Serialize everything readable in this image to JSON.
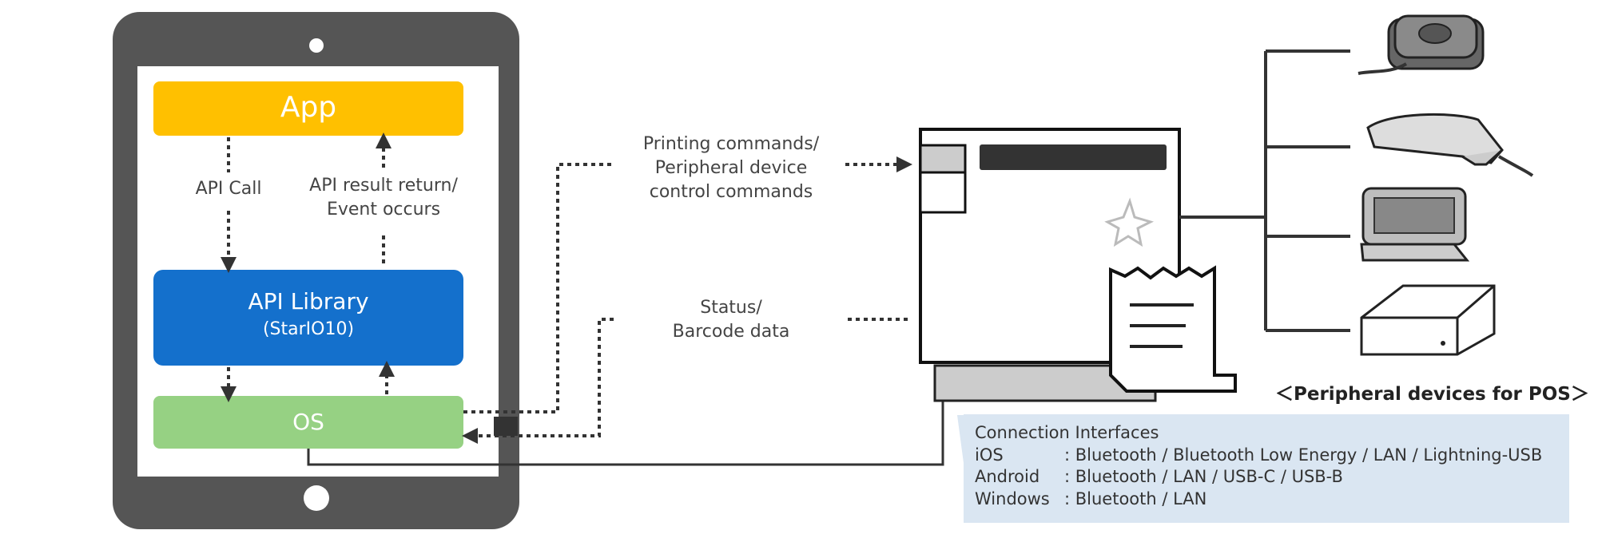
{
  "tablet": {
    "app_label": "App",
    "api_library_label": "API Library",
    "api_library_sub": "(StarIO10)",
    "os_label": "OS",
    "api_call_label": "API Call",
    "api_result_label": [
      "API result return/",
      "Event occurs"
    ]
  },
  "flows": {
    "printing_commands": [
      "Printing commands/",
      "Peripheral device",
      "control commands"
    ],
    "status": [
      "Status/",
      "Barcode data"
    ]
  },
  "peripherals": {
    "caption": "＜Peripheral devices for POS＞",
    "items": [
      "buzzer",
      "barcode-scanner",
      "customer-display",
      "cash-drawer"
    ]
  },
  "connection_interfaces": {
    "title": "Connection Interfaces",
    "rows": [
      {
        "os": "iOS",
        "value": ": Bluetooth / Bluetooth Low Energy / LAN / Lightning-USB"
      },
      {
        "os": "Android",
        "value": ": Bluetooth / LAN / USB-C / USB-B"
      },
      {
        "os": "Windows",
        "value": ": Bluetooth / LAN"
      }
    ]
  },
  "colors": {
    "app": "#ffc000",
    "api_library": "#1470cc",
    "os": "#96d183",
    "tablet_frame": "#555555",
    "info_box": "#dae6f2"
  }
}
